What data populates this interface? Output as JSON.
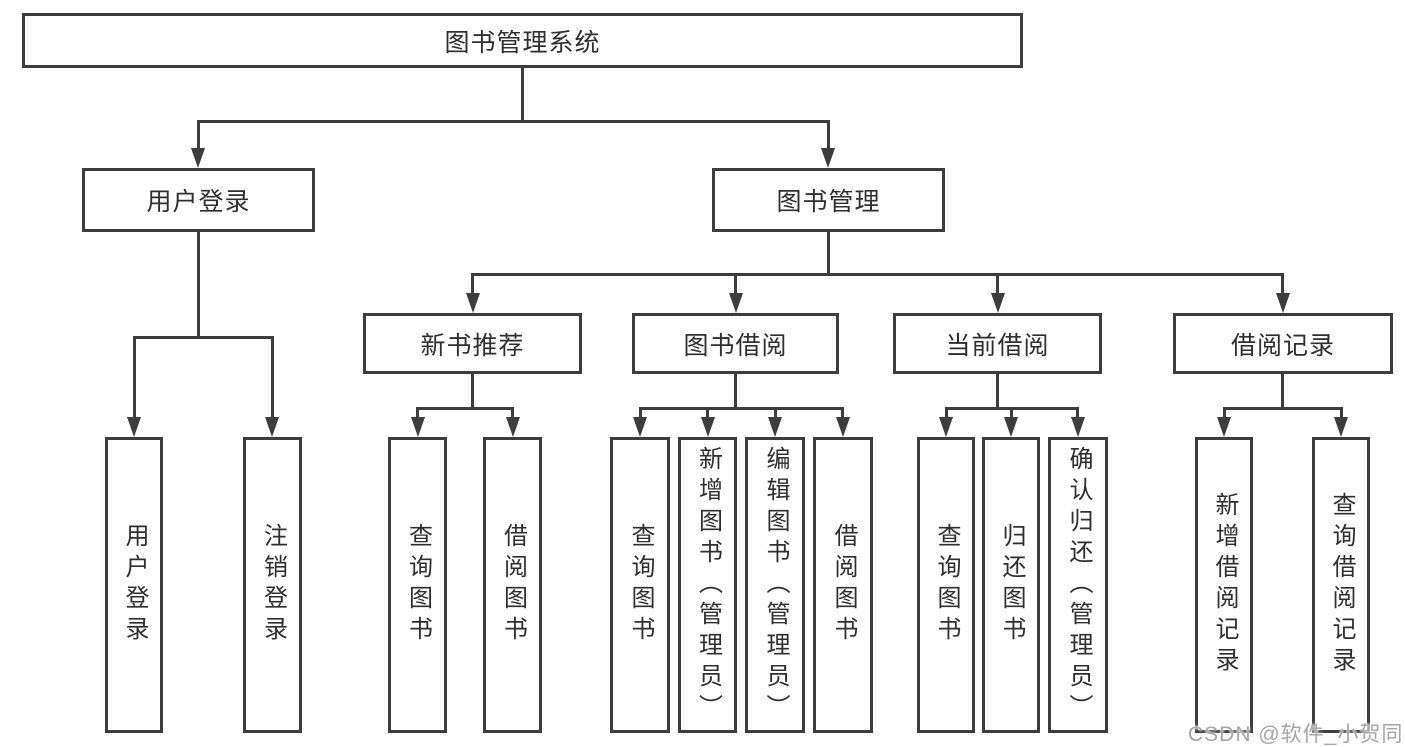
{
  "colors": {
    "line": "#3d3d3d",
    "text": "#2f2f2f",
    "box_bg": "#ffffff",
    "page_bg": "#ffffff",
    "watermark": "#a6a6a6"
  },
  "watermark": {
    "text": "CSDN @软件_小贺同学"
  },
  "diagram": {
    "root": {
      "label": "图书管理系统"
    },
    "branches": [
      {
        "label": "用户登录",
        "children": [
          "用户登录",
          "注销登录"
        ]
      },
      {
        "label": "图书管理",
        "children": [
          {
            "label": "新书推荐",
            "children": [
              "查询图书",
              "借阅图书"
            ]
          },
          {
            "label": "图书借阅",
            "children": [
              "查询图书",
              "新增图书（管理员）",
              "编辑图书（管理员）",
              "借阅图书"
            ]
          },
          {
            "label": "当前借阅",
            "children": [
              "查询图书",
              "归还图书",
              "确认归还（管理员）"
            ]
          },
          {
            "label": "借阅记录",
            "children": [
              "新增借阅记录",
              "查询借阅记录"
            ]
          }
        ]
      }
    ]
  }
}
